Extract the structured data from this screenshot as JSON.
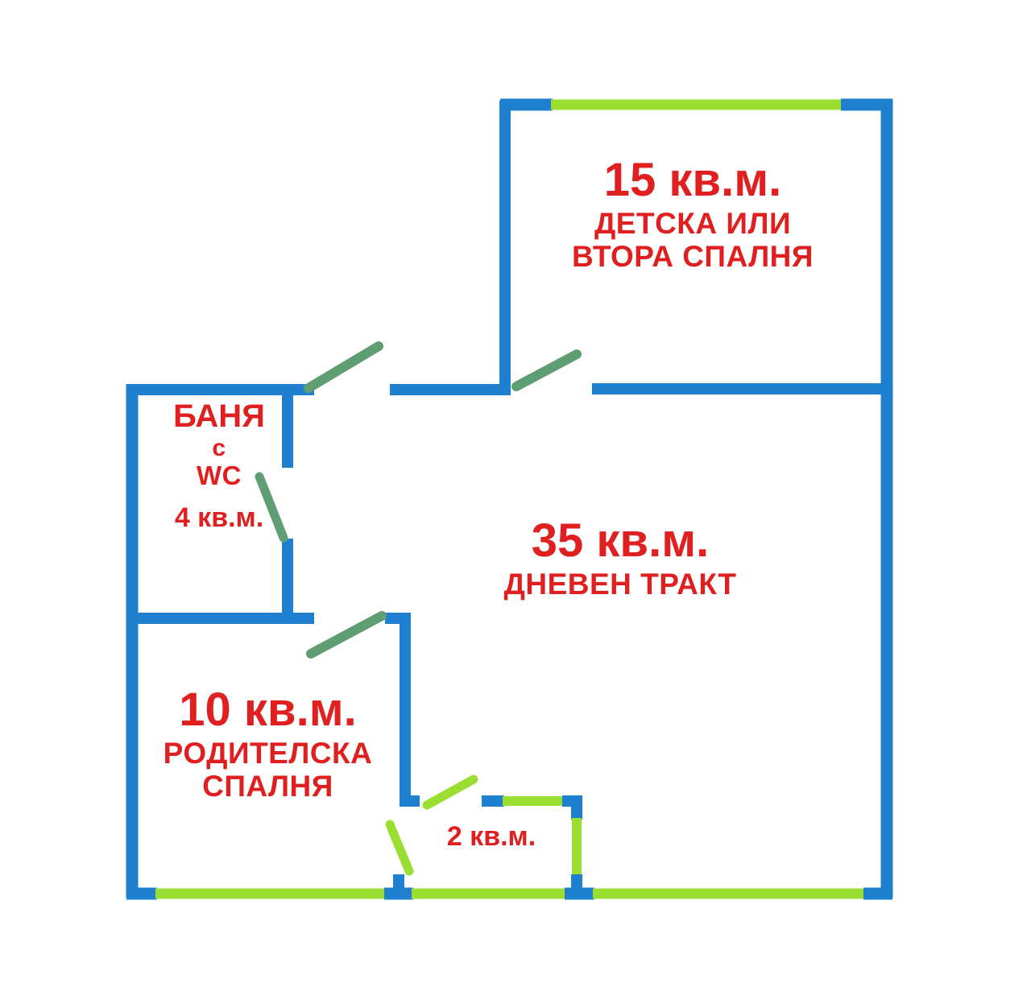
{
  "plan": {
    "title": "Floor plan",
    "colors": {
      "wall": "#2080D0",
      "window": "#9ADE32",
      "door_swing": "#5E9E72",
      "label_text": "#E02020",
      "background": "#FFFFFF"
    }
  },
  "rooms": [
    {
      "id": "second_bedroom",
      "area": "15 кв.м.",
      "name_lines": [
        "ДЕТСКА  ИЛИ",
        "ВТОРА  СПАЛНЯ"
      ]
    },
    {
      "id": "living",
      "area": "35 кв.м.",
      "name_lines": [
        "ДНЕВЕН  ТРАКТ"
      ]
    },
    {
      "id": "bathroom",
      "area": "4 кв.м.",
      "name_lines": [
        "БАНЯ",
        "с",
        "WC"
      ]
    },
    {
      "id": "master_bedroom",
      "area": "10 кв.м.",
      "name_lines": [
        "РОДИТЕЛСКА",
        "СПАЛНЯ"
      ]
    },
    {
      "id": "balcony",
      "area": "2 кв.м.",
      "name_lines": []
    }
  ],
  "labels": {
    "second_bedroom_area": "15 кв.м.",
    "second_bedroom_name1": "ДЕТСКА  ИЛИ",
    "second_bedroom_name2": "ВТОРА  СПАЛНЯ",
    "living_area": "35 кв.м.",
    "living_name1": "ДНЕВЕН  ТРАКТ",
    "bathroom_name1": "БАНЯ",
    "bathroom_name2": "с",
    "bathroom_name3": "WC",
    "bathroom_area": "4 кв.м.",
    "master_area": "10 кв.м.",
    "master_name1": "РОДИТЕЛСКА",
    "master_name2": "СПАЛНЯ",
    "balcony_area": "2 кв.м."
  }
}
